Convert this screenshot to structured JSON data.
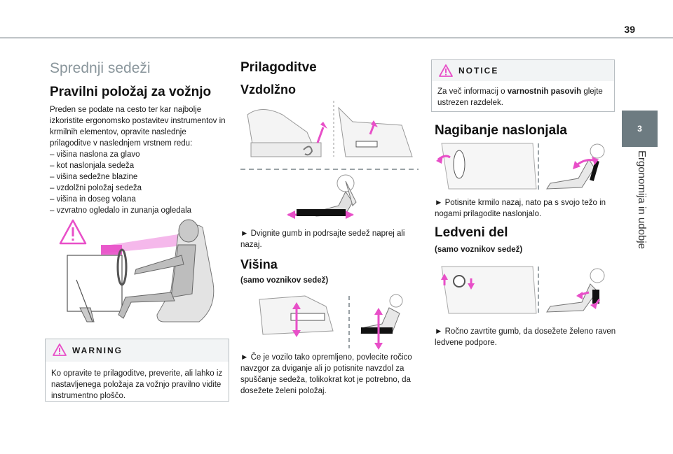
{
  "page_number": "39",
  "side_tab": {
    "number": "3",
    "label": "Ergonomija in udobje"
  },
  "col1": {
    "section_title": "Sprednji sedeži",
    "heading": "Pravilni položaj za vožnjo",
    "intro": "Preden se podate na cesto ter kar najbolje izkoristite ergonomsko postavitev instrumentov in krmilnih elementov, opravite naslednje prilagoditve v naslednjem vrstnem redu:",
    "list": [
      "– višina naslona za glavo",
      "– kot naslonjala sedeža",
      "– višina sedežne blazine",
      "– vzdolžni položaj sedeža",
      "– višina in doseg volana",
      "– vzvratno ogledalo in zunanja ogledala"
    ],
    "warning": {
      "title": "WARNING",
      "text": "Ko opravite te prilagoditve, preverite, ali lahko iz nastavljenega položaja za vožnjo pravilno vidite instrumentno ploščo."
    }
  },
  "col2": {
    "heading": "Prilagoditve",
    "subheading1": "Vzdolžno",
    "text1": "► Dvignite gumb in podrsajte sedež naprej ali nazaj.",
    "subheading2": "Višina",
    "note2": "(samo voznikov sedež)",
    "text2": "► Če je vozilo tako opremljeno, povlecite ročico navzgor za dviganje ali jo potisnite navzdol za spuščanje sedeža, tolikokrat kot je potrebno, da dosežete želeni položaj."
  },
  "col3": {
    "notice": {
      "title": "NOTICE",
      "text_before": "Za več informacij o ",
      "text_bold": "varnostnih pasovih",
      "text_after": " glejte ustrezen razdelek."
    },
    "heading1": "Nagibanje naslonjala",
    "text1": "► Potisnite krmilo nazaj, nato pa s svojo težo in nogami prilagodite naslonjalo.",
    "heading2": "Ledveni del",
    "note2": "(samo voznikov sedež)",
    "text2": "► Ročno zavrtite gumb, da dosežete želeno raven ledvene podpore."
  },
  "colors": {
    "accent_pink": "#e84fc8",
    "tab_gray": "#6d7b81",
    "section_gray": "#8a969c"
  }
}
